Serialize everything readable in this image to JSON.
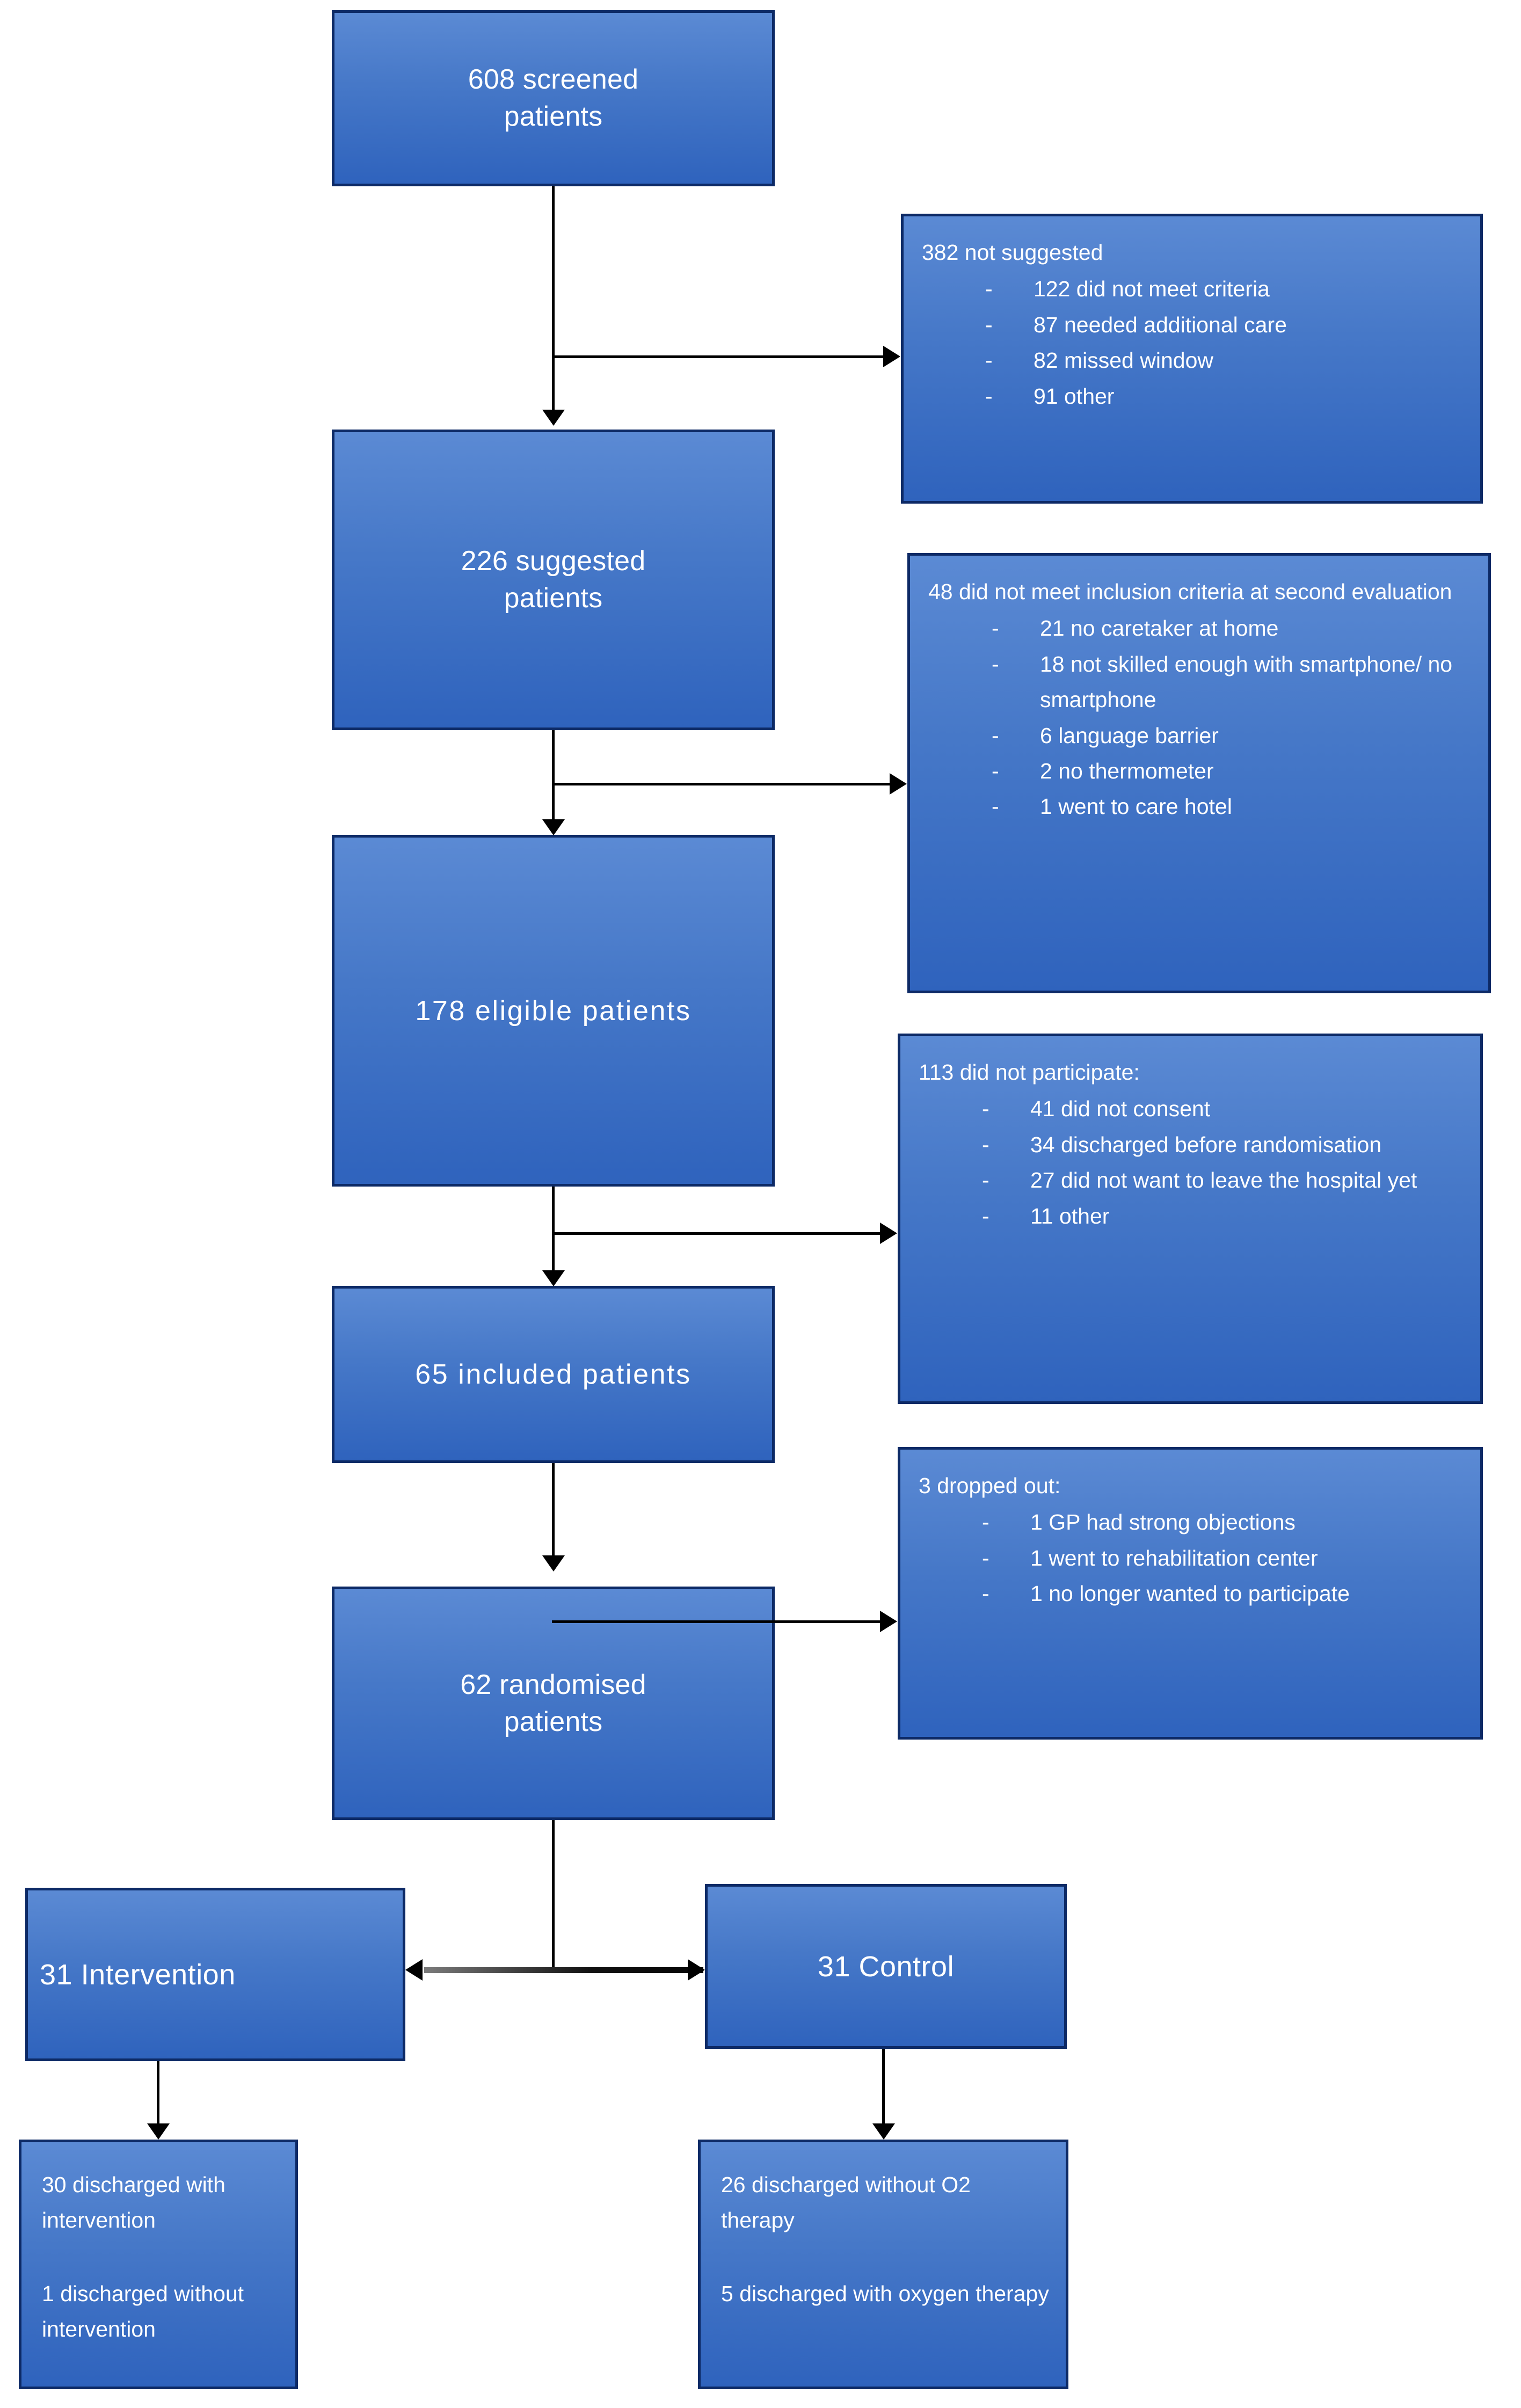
{
  "figure": {
    "type": "consort-flow-diagram",
    "colors": {
      "box_fill_top": "#5b8ad4",
      "box_fill_bottom": "#2f63bd",
      "box_border": "#0d2a66",
      "text": "#ffffff",
      "connector": "#000000",
      "background": "#ffffff"
    }
  },
  "flow": {
    "screened": {
      "line1": "608 screened",
      "line2": "patients"
    },
    "suggested": {
      "line1": "226 suggested",
      "line2": "patients"
    },
    "eligible": {
      "line1": "178 eligible patients"
    },
    "included": {
      "line1": "65 included patients"
    },
    "randomised": {
      "line1": "62 randomised",
      "line2": "patients"
    },
    "intervention_arm": {
      "label": "31 Intervention"
    },
    "control_arm": {
      "label": "31 Control"
    }
  },
  "exclusions": {
    "not_suggested": {
      "heading": "382 not suggested",
      "dash": "-",
      "items": [
        "122 did not meet criteria",
        "87 needed additional care",
        "82 missed window",
        "91 other"
      ]
    },
    "second_evaluation": {
      "heading": "48 did not meet inclusion criteria at second evaluation",
      "dash": "-",
      "items": [
        "21 no caretaker at home",
        "18 not skilled enough with smartphone/ no smartphone",
        "6 language barrier",
        "2 no thermometer",
        "1 went to care hotel"
      ]
    },
    "did_not_participate": {
      "heading": "113 did not participate:",
      "dash": "-",
      "items": [
        "41 did not consent",
        "34 discharged before randomisation",
        "27 did not want to leave the hospital yet",
        "11 other"
      ]
    },
    "dropped_out": {
      "heading": "3 dropped out:",
      "dash": "-",
      "items": [
        "1 GP had strong objections",
        "1 went to rehabilitation center",
        "1 no longer wanted to participate"
      ]
    }
  },
  "outcomes": {
    "intervention": {
      "line1": "30  discharged with intervention",
      "line2": "1 discharged without intervention"
    },
    "control": {
      "line1": "26 discharged without O2 therapy",
      "line2": "5 discharged with oxygen therapy"
    }
  }
}
